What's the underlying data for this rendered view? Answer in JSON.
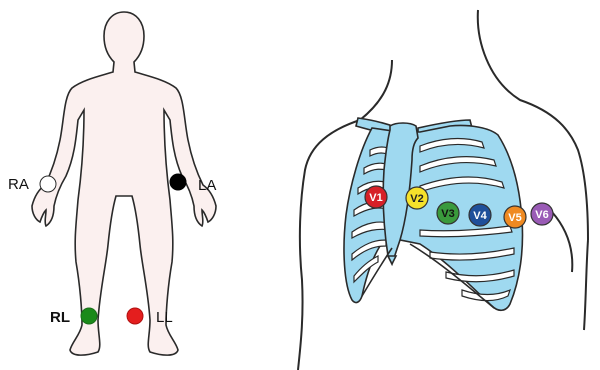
{
  "limb_leads": [
    {
      "label": "RA",
      "color": "#ffffff"
    },
    {
      "label": "LA",
      "color": "#000000"
    },
    {
      "label": "RL",
      "color": "#1a8a1a"
    },
    {
      "label": "LL",
      "color": "#e41e1e"
    }
  ],
  "chest_leads": [
    {
      "label": "V1",
      "color": "#d62027",
      "text_color": "#ffffff"
    },
    {
      "label": "V2",
      "color": "#f6e22b",
      "text_color": "#222222"
    },
    {
      "label": "V3",
      "color": "#3a9a3c",
      "text_color": "#111111"
    },
    {
      "label": "V4",
      "color": "#1f4f9a",
      "text_color": "#ffffff"
    },
    {
      "label": "V5",
      "color": "#ef8a22",
      "text_color": "#ffffff"
    },
    {
      "label": "V6",
      "color": "#9a5bb6",
      "text_color": "#ffffff"
    }
  ],
  "colors": {
    "body_fill": "#fbf0ef",
    "outline": "#2a2a2a",
    "ribcage": "#9fd9f0",
    "ribcage_stroke": "#2a2a2a"
  }
}
